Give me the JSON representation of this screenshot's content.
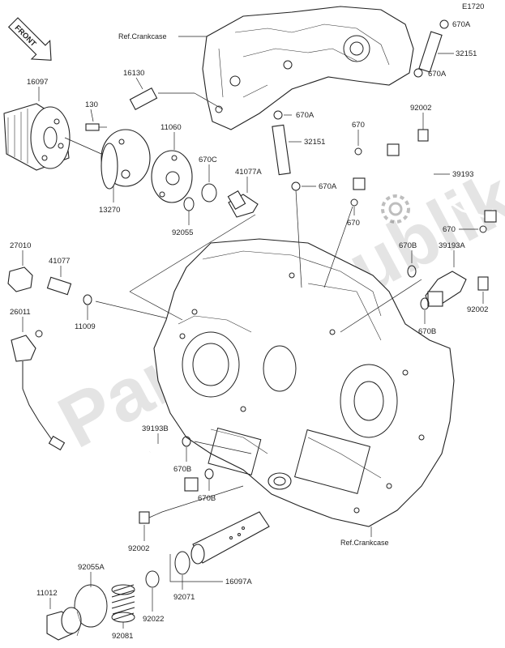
{
  "header": {
    "diagram_code": "E1720",
    "front_label": "FRONT"
  },
  "watermark": {
    "text": "PartsRepublik"
  },
  "refs": {
    "crankcase_top": "Ref.Crankcase",
    "crankcase_bottom": "Ref.Crankcase"
  },
  "parts": {
    "p670a_1": "670A",
    "p32151_1": "32151",
    "p670a_2": "670A",
    "p16097": "16097",
    "p16130": "16130",
    "p130": "130",
    "p670a_3": "670A",
    "p32151_2": "32151",
    "p670a_4": "670A",
    "p92002_1": "92002",
    "p670_1": "670",
    "p39193": "39193",
    "p670_2": "670",
    "p670_3": "670",
    "p11060": "11060",
    "p670c": "670C",
    "p41077a": "41077A",
    "p13270": "13270",
    "p92055": "92055",
    "p27010": "27010",
    "p41077": "41077",
    "p11009": "11009",
    "p26011": "26011",
    "p670b_1": "670B",
    "p39193a": "39193A",
    "p92002_2": "92002",
    "p670b_2": "670B",
    "p39193b": "39193B",
    "p670b_3": "670B",
    "p670b_4": "670B",
    "p92002_3": "92002",
    "p92055a": "92055A",
    "p16097a": "16097A",
    "p11012": "11012",
    "p92071": "92071",
    "p92022": "92022",
    "p92081": "92081"
  }
}
